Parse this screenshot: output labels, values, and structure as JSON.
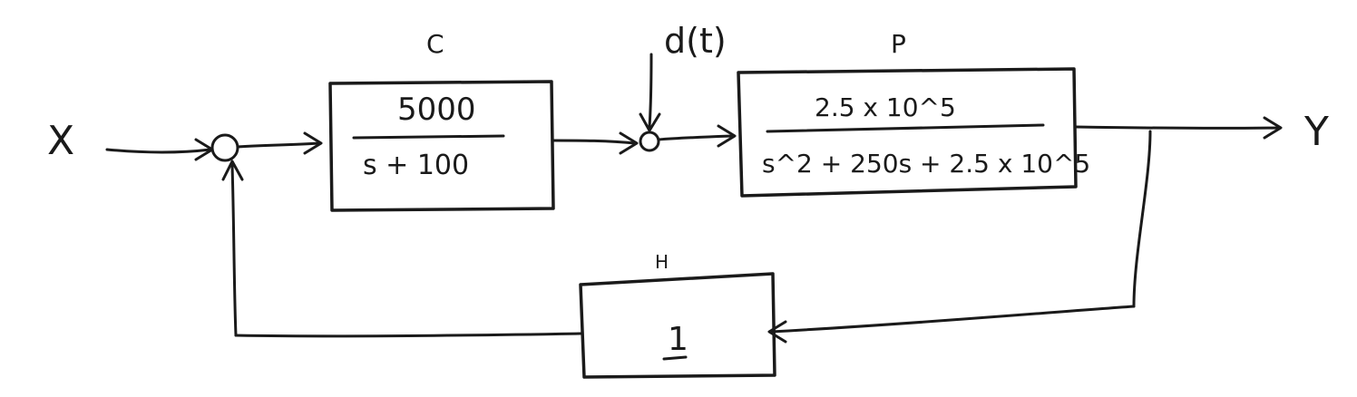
{
  "signals": {
    "input": "X",
    "output": "Y",
    "disturbance": "d(t)"
  },
  "blocks": {
    "controller": {
      "label": "C",
      "numerator": "5000",
      "denominator": "s + 100"
    },
    "plant": {
      "label": "P",
      "numerator": "2.5 x 10^5",
      "denominator": "s^2 + 250s + 2.5 x 10^5"
    },
    "feedback": {
      "label": "H",
      "value": "1"
    }
  }
}
